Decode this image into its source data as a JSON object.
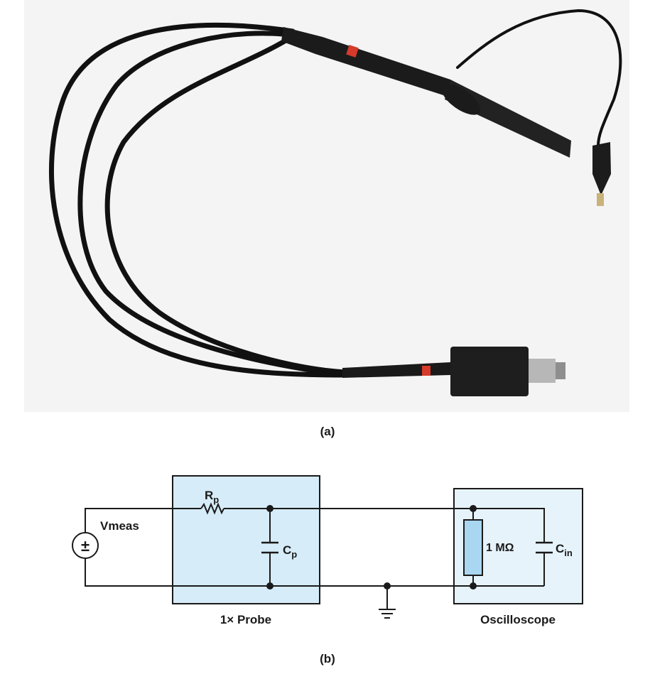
{
  "figure": {
    "caption_a": "(a)",
    "caption_b": "(b)"
  },
  "schematic": {
    "source_label": "Vmeas",
    "source_symbol": "±",
    "resistor_label_main": "R",
    "resistor_label_sub": "p",
    "probe_cap_label_main": "C",
    "probe_cap_label_sub": "p",
    "scope_resistor_label": "1 MΩ",
    "scope_cap_label_main": "C",
    "scope_cap_label_sub": "in",
    "probe_box_label": "1× Probe",
    "scope_box_label": "Oscilloscope"
  },
  "colors": {
    "box_fill": "#d6ecf8",
    "scope_box_fill": "#e6f3fb",
    "resistor_fill": "#a9d6f0",
    "wire": "#1a1a1a",
    "cable": "#111111",
    "photo_background": "#f4f4f4",
    "band_accent": "#d63a2a"
  }
}
